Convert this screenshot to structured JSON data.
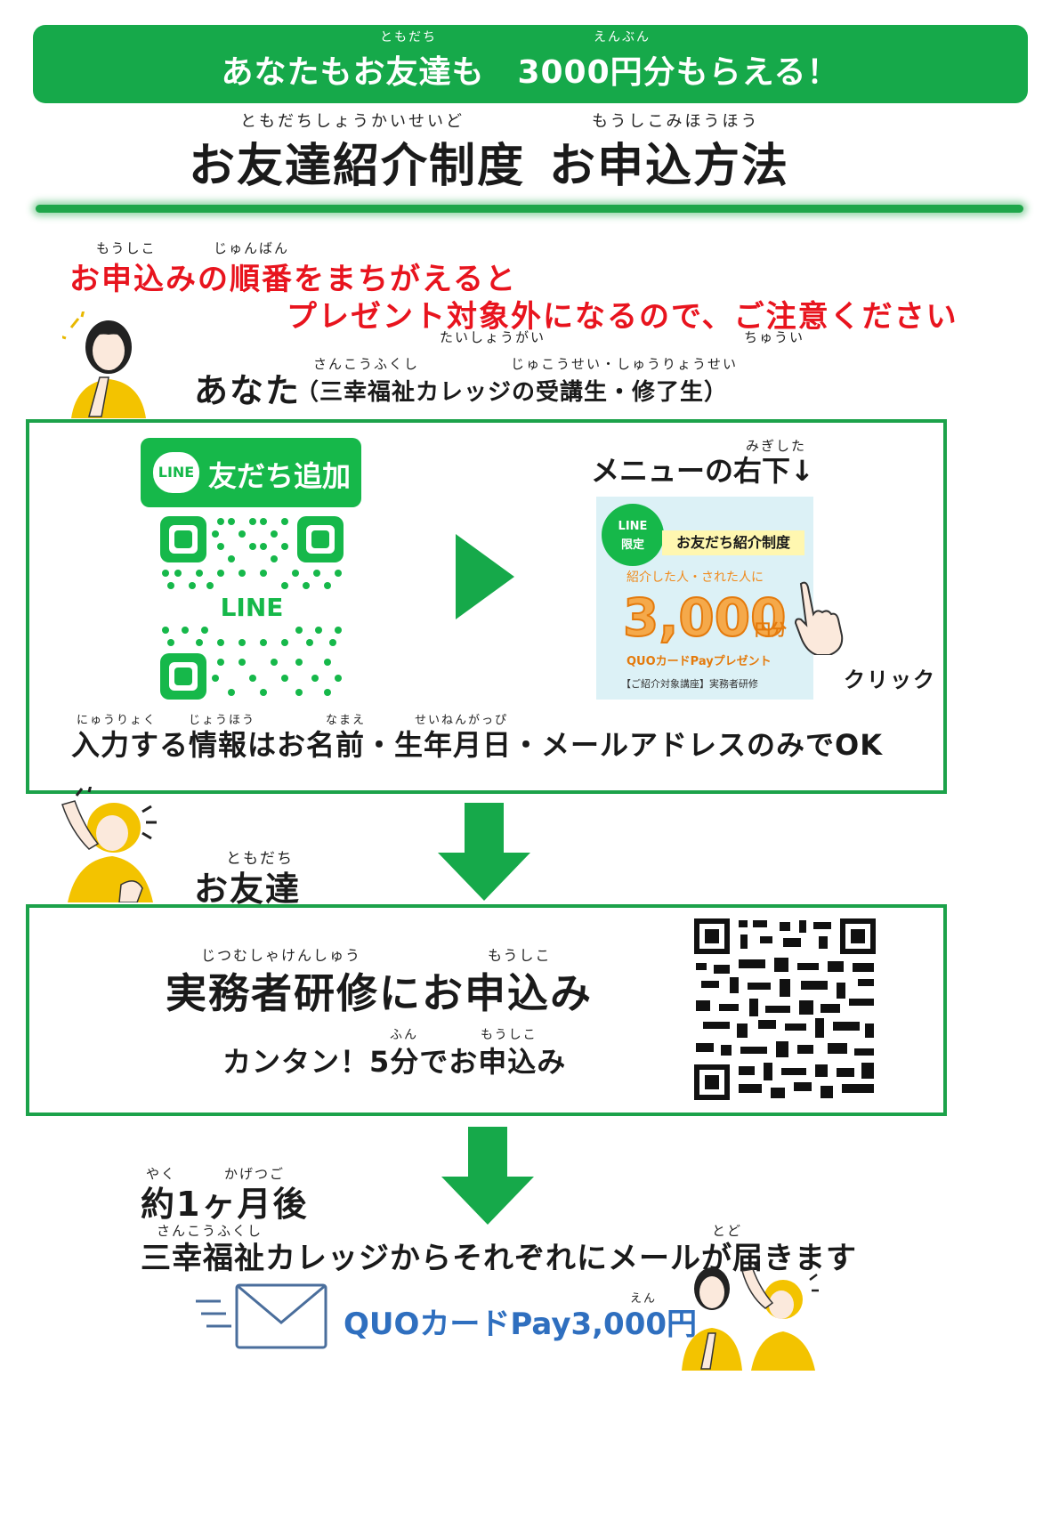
{
  "banner": {
    "text": "あなたもお友達も　3000円分もらえる！",
    "ruby_friend": "ともだち",
    "ruby_amount": "えんぶん"
  },
  "heading": {
    "left": "お友達紹介制度",
    "left_ruby": "ともだちしょうかいせいど",
    "right": "お申込方法",
    "right_ruby": "もうしこみほうほう"
  },
  "warning": {
    "line1": "お申込みの順番をまちがえると",
    "line1_ruby_a": "もうしこ",
    "line1_ruby_b": "じゅんばん",
    "line2": "プレゼント対象外になるので、ご注意ください",
    "line2_ruby_a": "たいしょうがい",
    "line2_ruby_b": "ちゅうい"
  },
  "you": {
    "label": "あなた",
    "sub": "（三幸福祉カレッジの受講生・修了生）",
    "sub_ruby_a": "さんこうふくし",
    "sub_ruby_b": "じゅこうせい・しゅうりょうせい"
  },
  "step1": {
    "line_badge_logo": "LINE",
    "line_badge_text": "友だち追加",
    "qr_center": "LINE",
    "menu_label": "メニューの右下↓",
    "menu_ruby": "みぎした",
    "card_tag_line1": "LINE",
    "card_tag_line2": "限定",
    "card_title": "お友だち紹介制度",
    "card_sub": "紹介した人・された人に",
    "card_amount": "3,000",
    "card_unit": "円分",
    "card_present": "QUOカードPayプレゼント",
    "card_footer": "【ご紹介対象講座】実務者研修",
    "click_label": "クリック",
    "info_text": "入力する情報はお名前・生年月日・メールアドレスのみでOK",
    "info_ruby_a": "にゅうりょく",
    "info_ruby_b": "じょうほう",
    "info_ruby_c": "なまえ",
    "info_ruby_d": "せいねんがっぴ"
  },
  "friend": {
    "label": "お友達",
    "ruby": "ともだち"
  },
  "step2": {
    "title": "実務者研修にお申込み",
    "title_ruby_a": "じつむしゃけんしゅう",
    "title_ruby_b": "もうしこ",
    "sub": "カンタン！5分でお申込み",
    "sub_ruby_a": "ふん",
    "sub_ruby_b": "もうしこ"
  },
  "result": {
    "when": "約1ヶ月後",
    "when_ruby_a": "やく",
    "when_ruby_b": "かげつご",
    "mail_text": "三幸福祉カレッジからそれぞれにメールが届きます",
    "mail_ruby_a": "さんこうふくし",
    "mail_ruby_b": "とど",
    "gift": "QUOカードPay3,000円",
    "gift_ruby": "えん"
  },
  "colors": {
    "green": "#16a94a",
    "red": "#e8141e",
    "blue_text": "#2f6fbf",
    "orange_amount": "#f08a1c"
  },
  "icons": [
    "person-you-icon",
    "person-friend-icon",
    "arrow-right-icon",
    "arrow-down-icon",
    "pointing-hand-icon",
    "mail-icon",
    "qr-code-icon"
  ]
}
